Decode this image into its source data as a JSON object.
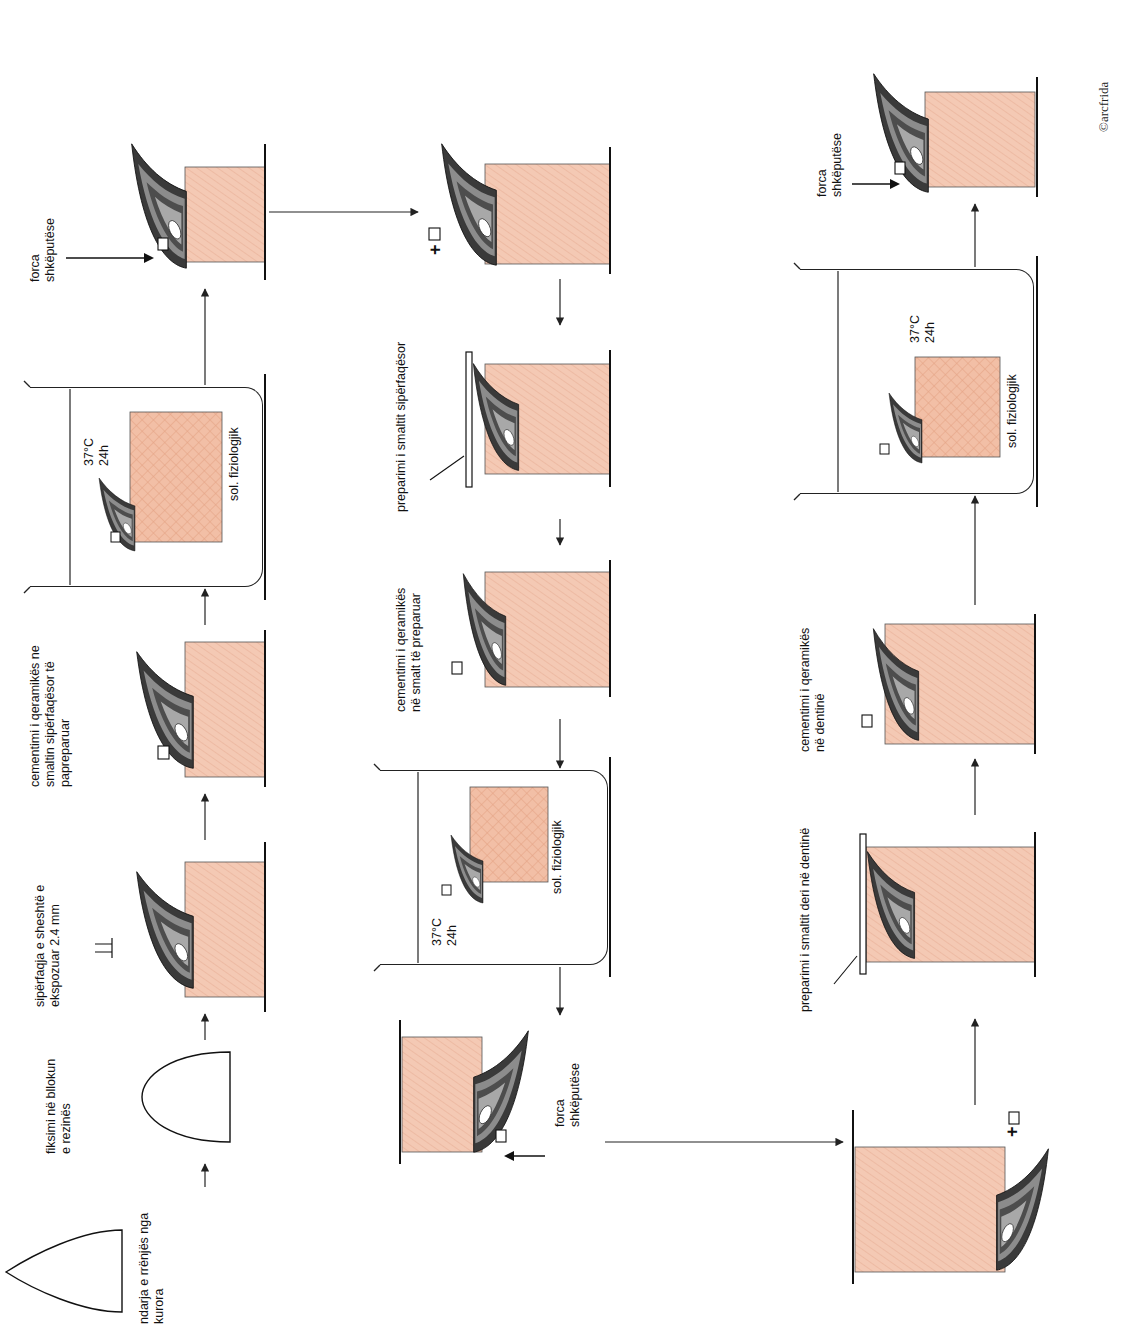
{
  "diagram": {
    "nodes": [
      {
        "text": [
          "ndarja e rrënjës nga kurora"
        ]
      },
      {
        "text": [
          "fiksimi në bllokun e rezinës"
        ]
      },
      {
        "text": [
          "sipërfaqja e sheshtë e ekspozuar 2.4 mm"
        ]
      },
      {
        "text": [
          "cementimi i qeramikës ne smaltin sipërfaqësor të papreparuar"
        ]
      },
      {
        "text": [
          "37°C 24h",
          "sol. fiziologjik"
        ]
      },
      {
        "text": [
          "forca shkëputëse"
        ]
      },
      {
        "text": [
          "+"
        ]
      },
      {
        "text": [
          "preparimi i smaltit sipërfaqësor"
        ]
      },
      {
        "text": [
          "cementimi i qeramikës në smalt të preparuar"
        ]
      },
      {
        "text": [
          "37°C 24h",
          "sol. fiziologjik"
        ]
      },
      {
        "text": [
          "forca shkëputëse"
        ]
      },
      {
        "text": [
          "+"
        ]
      },
      {
        "text": [
          "preparimi i smaltit deri në dentinë"
        ]
      },
      {
        "text": [
          "cementimi i qeramikës në dentinë"
        ]
      },
      {
        "text": [
          "37°C 24h",
          "sol. fiziologjik"
        ]
      },
      {
        "text": [
          "forca shkëputëse"
        ]
      }
    ],
    "edges": [
      {
        "from": 0,
        "to": 1,
        "arrow": "to"
      },
      {
        "from": 1,
        "to": 2,
        "arrow": "to"
      },
      {
        "from": 2,
        "to": 3,
        "arrow": "to"
      },
      {
        "from": 3,
        "to": 4,
        "arrow": "to"
      },
      {
        "from": 4,
        "to": 5,
        "arrow": "to"
      },
      {
        "from": 5,
        "to": 6,
        "arrow": "to"
      },
      {
        "from": 6,
        "to": 7,
        "arrow": "to"
      },
      {
        "from": 7,
        "to": 8,
        "arrow": "to"
      },
      {
        "from": 8,
        "to": 9,
        "arrow": "to"
      },
      {
        "from": 9,
        "to": 10,
        "arrow": "to"
      },
      {
        "from": 10,
        "to": 11,
        "arrow": "to"
      },
      {
        "from": 11,
        "to": 12,
        "arrow": "to"
      },
      {
        "from": 12,
        "to": 13,
        "arrow": "to"
      },
      {
        "from": 13,
        "to": 14,
        "arrow": "to"
      },
      {
        "from": 14,
        "to": 15,
        "arrow": "to"
      }
    ],
    "labels": [
      "©arcfrida"
    ]
  }
}
